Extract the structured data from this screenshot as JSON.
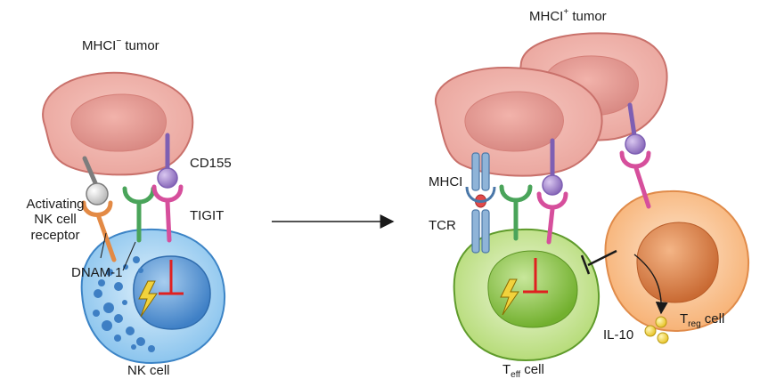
{
  "labels": {
    "mhci_neg_tumor": {
      "prefix": "MHCI",
      "sup": "−",
      "suffix": " tumor"
    },
    "mhci_pos_tumor": {
      "prefix": "MHCI",
      "sup": "+",
      "suffix": "  tumor"
    },
    "cd155": "CD155",
    "tigit": "TIGIT",
    "activating_line1": "Activating",
    "activating_line2": "NK cell",
    "activating_line3": "receptor",
    "dnam1": "DNAM-1",
    "nk_cell": "NK cell",
    "mhci": "MHCI",
    "tcr": "TCR",
    "teff": {
      "main": "T",
      "sub": "eff",
      "suffix": " cell"
    },
    "treg": {
      "main": "T",
      "sub": "reg",
      "suffix": " cell"
    },
    "il10": "IL-10"
  },
  "colors": {
    "tumor_fill": "#f2b6ae",
    "tumor_core": "#e79c95",
    "nk_fill": "#a9d4f0",
    "nk_nucleus": "#4f8fd0",
    "teff_fill": "#cde7a2",
    "teff_nucleus": "#86c23e",
    "treg_fill": "#f9c79b",
    "treg_nucleus": "#e0874e",
    "cd155_purple": "#9a7dc4",
    "tigit_pink": "#d64f9c",
    "dnam1_green": "#4aa45a",
    "activating_orange": "#e38a45",
    "mhci_blue": "#8fb4d8",
    "inhibit_red": "#e02020",
    "lightning_yellow": "#f2d23c",
    "il10_yellow": "#f4d742"
  }
}
